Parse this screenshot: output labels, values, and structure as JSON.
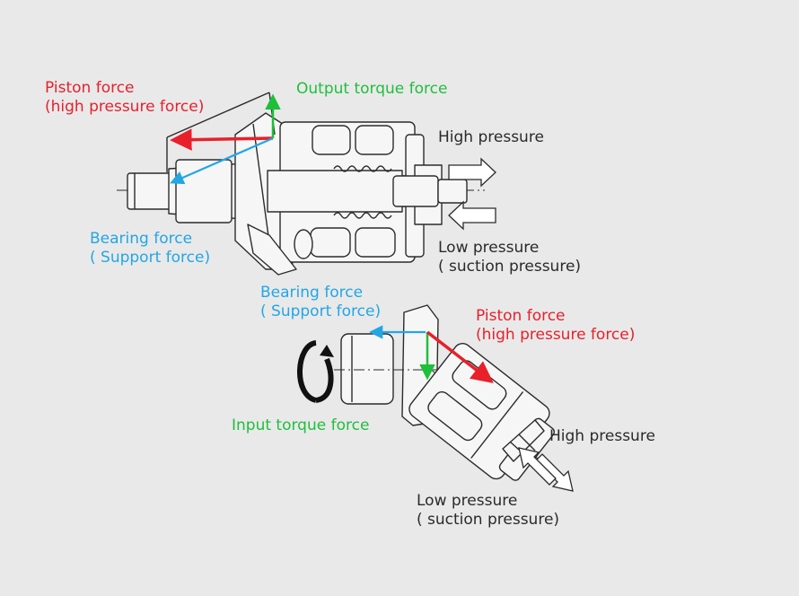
{
  "colors": {
    "background": "#e9e9ea",
    "piston_force": "#e8202a",
    "torque_force": "#1fbf3a",
    "bearing_force": "#23a6e4",
    "text": "#2a2a2a",
    "line": "#2b2b2b",
    "metal": "#f6f6f6"
  },
  "top_diagram": {
    "piston_force": {
      "line1": "Piston force",
      "line2": "(high pressure force)"
    },
    "output_torque_force": "Output torque force",
    "high_pressure": "High pressure",
    "bearing_force": {
      "line1": "Bearing force",
      "line2": "( Support force)"
    },
    "low_pressure": {
      "line1": "Low pressure",
      "line2": "( suction pressure)"
    }
  },
  "bottom_diagram": {
    "bearing_force": {
      "line1": "Bearing force",
      "line2": "( Support force)"
    },
    "piston_force": {
      "line1": "Piston force",
      "line2": "(high pressure force)"
    },
    "input_torque_force": "Input torque force",
    "high_pressure": "High pressure",
    "low_pressure": {
      "line1": "Low pressure",
      "line2": "( suction pressure)"
    }
  },
  "icons": [
    "rotation-arrow-icon",
    "flow-arrow-icon"
  ]
}
